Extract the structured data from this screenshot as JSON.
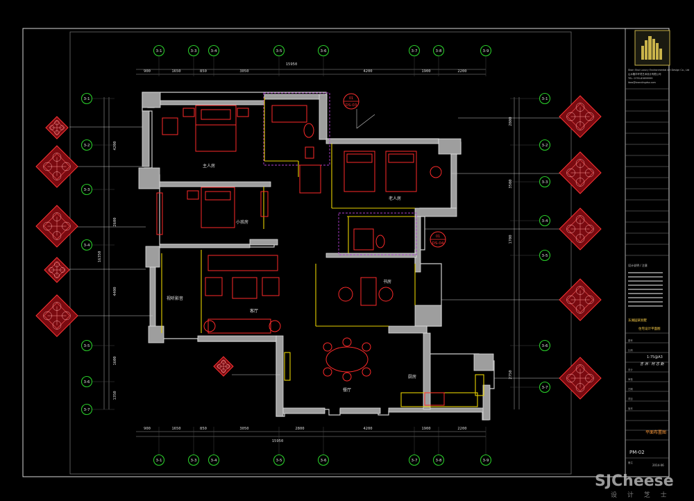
{
  "grid_top": [
    "3-1",
    "3-3",
    "3-4",
    "3-5",
    "3-6",
    "3-7",
    "3-8",
    "3-9"
  ],
  "grid_bottom": [
    "3-1",
    "3-3",
    "3-4",
    "3-5",
    "3-6",
    "3-7",
    "3-8",
    "3-9"
  ],
  "grid_left": [
    "3-1",
    "3-2",
    "3-3",
    "3-4",
    "3-5",
    "3-6",
    "3-7"
  ],
  "grid_right": [
    "3-1",
    "3-2",
    "3-3",
    "3-4",
    "3-5",
    "3-6",
    "3-7"
  ],
  "dims_top_segments": [
    "900",
    "1650",
    "850",
    "3050",
    "4200",
    "1900",
    "2200"
  ],
  "dims_top_total": "15950",
  "dims_bottom_segments": [
    "900",
    "1650",
    "850",
    "3050",
    "2800",
    "4200",
    "1900",
    "2200"
  ],
  "dims_bottom_total": "15950",
  "dims_left_segments": [
    "4200",
    "2600",
    "4400",
    "1600",
    "1350"
  ],
  "dims_left_total": "16350",
  "dims_right_segments": [
    "2800",
    "3500",
    "1700",
    "2750"
  ],
  "tags": {
    "top_callout": "DS-03",
    "mid_callout": "DS-04",
    "top_ref": "01",
    "mid_ref": "01"
  },
  "rooms": {
    "master_bedroom": "主人房",
    "kids_bedroom": "小孩房",
    "guest_bedroom": "老人房",
    "study": "书房",
    "living": "客厅",
    "dining": "餐厅",
    "kitchen": "厨房",
    "family_room": "视听影音"
  },
  "title_block": {
    "title": "平面布置图",
    "drawing_no": "PM-02",
    "scale": "1:75@A3",
    "project": "东湖园某别墅",
    "project_sub": "住宅设计平面图",
    "signature": "吉 洲 · 柯 志 勤",
    "date": "2014-06",
    "company_lines": [
      "Shan Shui Luxury Environmental Art Design Co., Ltd",
      "山水隆华环境艺术设计有限公司",
      "TEL: 0755-83699999",
      "ibea@brandingdsz.com"
    ],
    "notes_title": "设计说明 / 注意",
    "labels": [
      "图号",
      "比例",
      "设计",
      "审核",
      "日期",
      "项目",
      "版本",
      "备注"
    ]
  },
  "watermark": {
    "brand": "SJCheese",
    "sub": "设 计 芝 士"
  }
}
